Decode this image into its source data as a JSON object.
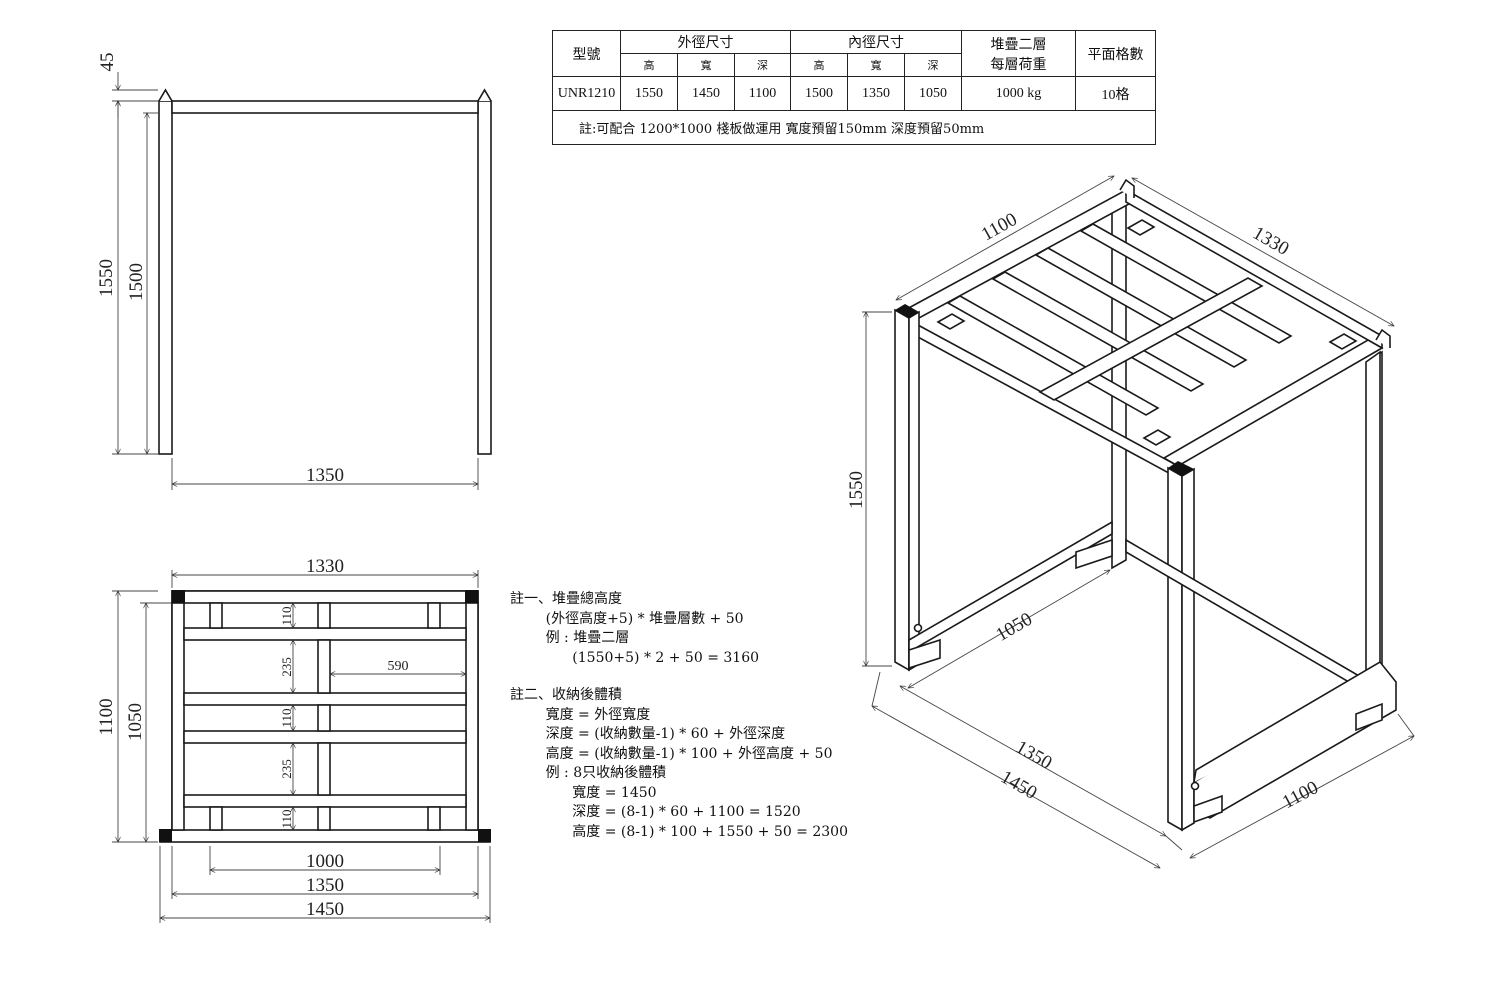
{
  "table": {
    "headers": {
      "model": "型號",
      "outer": "外徑尺寸",
      "inner": "內徑尺寸",
      "stack": "堆疊二層\n每層荷重",
      "stack_l1": "堆疊二層",
      "stack_l2": "每層荷重",
      "grid": "平面格數",
      "h": "高",
      "w": "寬",
      "d": "深"
    },
    "row": {
      "model": "UNR1210",
      "outer_h": "1550",
      "outer_w": "1450",
      "outer_d": "1100",
      "inner_h": "1500",
      "inner_w": "1350",
      "inner_d": "1050",
      "load": "1000 kg",
      "grid": "10格"
    },
    "note": "註:可配合 1200*1000 棧板做運用 寬度預留150mm 深度預留50mm"
  },
  "front_view": {
    "dim_post": "45",
    "dim_outer_h": "1550",
    "dim_inner_h": "1500",
    "dim_inner_w": "1350"
  },
  "top_view": {
    "dim_top_w": "1330",
    "dim_outer_d": "1100",
    "dim_inner_d": "1050",
    "dim_110_a": "110",
    "dim_235_a": "235",
    "dim_110_b": "110",
    "dim_235_b": "235",
    "dim_110_c": "110",
    "dim_590": "590",
    "dim_1000": "1000",
    "dim_1350": "1350",
    "dim_1450": "1450"
  },
  "iso_view": {
    "dim_1100_top": "1100",
    "dim_1330": "1330",
    "dim_1550": "1550",
    "dim_1050": "1050",
    "dim_1350": "1350",
    "dim_1450": "1450",
    "dim_1100_bottom": "1100"
  },
  "notes": {
    "note1": [
      "註一、堆疊總高度",
      "        (外徑高度+5) * 堆疊層數 + 50",
      "        例 : 堆疊二層",
      "              (1550+5) * 2 + 50 = 3160"
    ],
    "note2": [
      "註二、收納後體積",
      "        寬度 = 外徑寬度",
      "        深度 = (收納數量-1) * 60 + 外徑深度",
      "        高度 = (收納數量-1) * 100 + 外徑高度 + 50",
      "        例 : 8只收納後體積",
      "              寬度 = 1450",
      "              深度 = (8-1) * 60 + 1100 = 1520",
      "              高度 = (8-1) * 100 + 1550 + 50 = 2300"
    ]
  },
  "colors": {
    "line": "#222222",
    "background": "#ffffff"
  }
}
